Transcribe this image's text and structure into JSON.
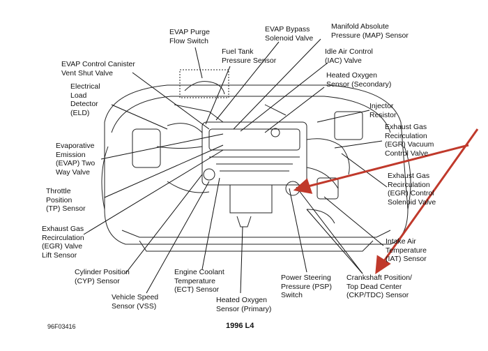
{
  "labels": {
    "evap_purge": "EVAP Purge\nFlow Switch",
    "evap_bypass": "EVAP Bypass\nSolenoid Valve",
    "map_sensor": "Manifold Absolute\nPressure (MAP) Sensor",
    "fuel_tank": "Fuel Tank\nPressure Sensor",
    "iac_valve": "Idle Air Control\n(IAC) Valve",
    "evap_canister": "EVAP Control Canister\nVent Shut Valve",
    "ho2s_secondary": "Heated Oxygen\nSensor (Secondary)",
    "eld": "Electrical\nLoad\nDetector\n(ELD)",
    "injector_resistor": "Injector\nResistor",
    "egr_vacuum": "Exhaust Gas\nRecirculation\n(EGR) Vacuum\nControl Valve",
    "evap_two_way": "Evaporative\nEmission\n(EVAP) Two\nWay Valve",
    "egr_solenoid": "Exhaust Gas\nRecirculation\n(EGR) Control\nSolenoid Valve",
    "tp_sensor": "Throttle\nPosition\n(TP) Sensor",
    "egr_lift": "Exhaust Gas\nRecirculation\n(EGR) Valve\nLift Sensor",
    "iat_sensor": "Intake Air\nTemperature\n(IAT) Sensor",
    "cyp_sensor": "Cylinder Position\n(CYP) Sensor",
    "ect_sensor": "Engine Coolant\nTemperature\n(ECT) Sensor",
    "psp_switch": "Power Steering\nPressure (PSP)\nSwitch",
    "ckp_tdc": "Crankshaft Position/\nTop Dead Center\n(CKP/TDC) Sensor",
    "vss": "Vehicle Speed\nSensor (VSS)",
    "ho2s_primary": "Heated Oxygen\nSensor (Primary)"
  },
  "footer": {
    "code": "96F03416",
    "model": "1996 L4"
  },
  "colors": {
    "annotation_arrow": "#c0392b",
    "line": "#111111"
  }
}
